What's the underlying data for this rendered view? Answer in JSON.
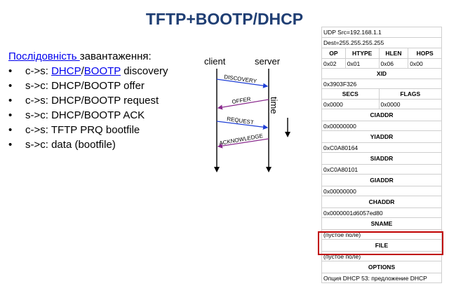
{
  "title": "TFTP+BOOTP/DHCP",
  "sequence": {
    "head_link": "Послідовність ",
    "head_rest": "завантаження:",
    "items": [
      {
        "prefix": "c->s: ",
        "link1": "DHCP",
        "sep": "/",
        "link2": "BOOTP",
        "rest": " discovery"
      },
      {
        "text": "s->c: DHCP/BOOTP offer"
      },
      {
        "text": "c->s: DHCP/BOOTP request"
      },
      {
        "text": "s->c: DHCP/BOOTP ACK"
      },
      {
        "text": "c->s: TFTP PRQ bootfile"
      },
      {
        "text": "s->c: data (bootfile)"
      }
    ]
  },
  "diagram": {
    "client": "client",
    "server": "server",
    "time": "time",
    "messages": [
      "DISCOVERY",
      "OFFER",
      "REQUEST",
      "ACKNOWLEDGE"
    ],
    "colors": {
      "to_server": "#1f3fd6",
      "to_client": "#8a2b8e"
    }
  },
  "packet": {
    "src": "UDP Src=192.168.1.1",
    "dest": "Dest=255.255.255.255",
    "op_h": "OP",
    "htype_h": "HTYPE",
    "hlen_h": "HLEN",
    "hops_h": "HOPS",
    "op_v": "0x02",
    "htype_v": "0x01",
    "hlen_v": "0x06",
    "hops_v": "0x00",
    "xid_h": "XID",
    "xid_v": "0x3903F326",
    "secs_h": "SECS",
    "flags_h": "FLAGS",
    "secs_v": "0x0000",
    "flags_v": "0x0000",
    "ciaddr_h": "CIADDR",
    "ciaddr_v": "0x00000000",
    "yiaddr_h": "YIADDR",
    "yiaddr_v": "0xC0A80164",
    "siaddr_h": "SIADDR",
    "siaddr_v": "0xC0A80101",
    "giaddr_h": "GIADDR",
    "giaddr_v": "0x00000000",
    "chaddr_h": "CHADDR",
    "chaddr_v": "0x0000001d6057ed80",
    "sname_h": "SNAME",
    "sname_v": "(пустое поле)",
    "file_h": "FILE",
    "file_v": "(пустое поле)",
    "options_h": "OPTIONS",
    "options_v": "Опция DHCP 53: предложение DHCP",
    "highlight_color": "#c00000"
  }
}
